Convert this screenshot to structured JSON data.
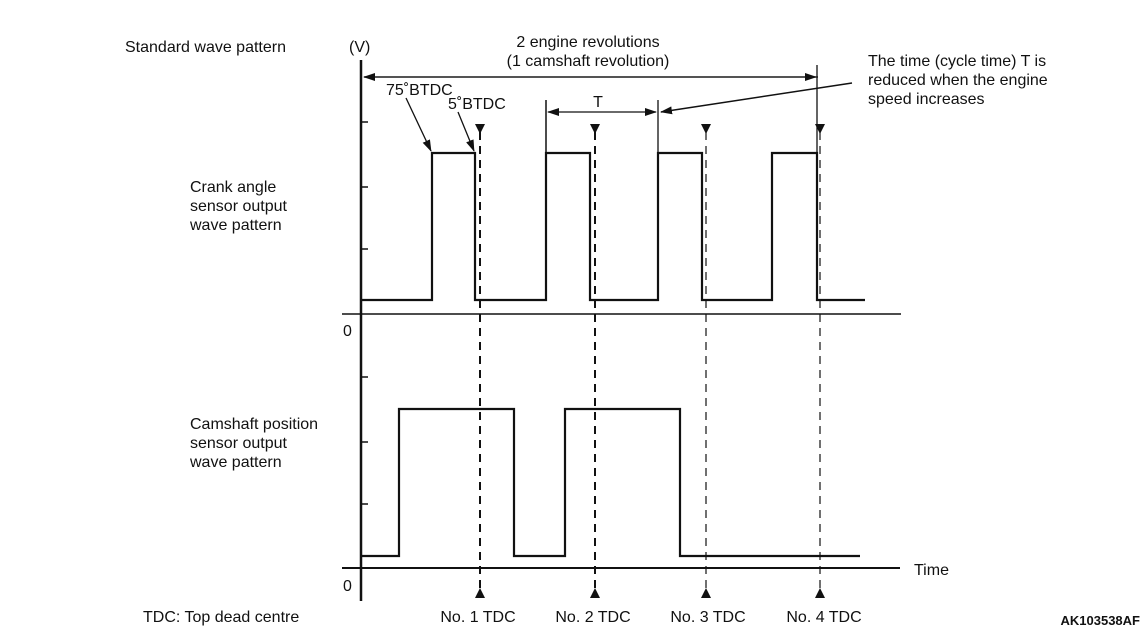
{
  "title": "Standard wave pattern",
  "y_unit": "(V)",
  "span_label": [
    "2 engine revolutions",
    "(1 camshaft revolution)"
  ],
  "note": [
    "The time (cycle time) T is",
    "reduced when the engine",
    "speed increases"
  ],
  "angle_labels": {
    "a75": "75˚BTDC",
    "a5": "5˚BTDC"
  },
  "period_label": "T",
  "crank_label": [
    "Crank angle",
    "sensor output",
    "wave pattern"
  ],
  "cam_label": [
    "Camshaft position",
    "sensor output",
    "wave pattern"
  ],
  "zero_label": "0",
  "x_axis_label": "Time",
  "tdc_legend": "TDC: Top dead centre",
  "tdc_markers": [
    "No. 1 TDC",
    "No. 2 TDC",
    "No. 3 TDC",
    "No. 4 TDC"
  ],
  "figure_code": "AK103538AF",
  "chart_data": {
    "type": "line",
    "title": "Standard wave pattern",
    "xlabel": "Time",
    "ylabel": "(V)",
    "series": [
      {
        "name": "Crank angle sensor output",
        "pulses_per_cycle": 4,
        "pulse_start": "75˚BTDC",
        "pulse_end": "5˚BTDC"
      },
      {
        "name": "Camshaft position sensor output",
        "pulses_per_cycle": 2
      }
    ],
    "tdc_markers": [
      "No. 1 TDC",
      "No. 2 TDC",
      "No. 3 TDC",
      "No. 4 TDC"
    ]
  }
}
